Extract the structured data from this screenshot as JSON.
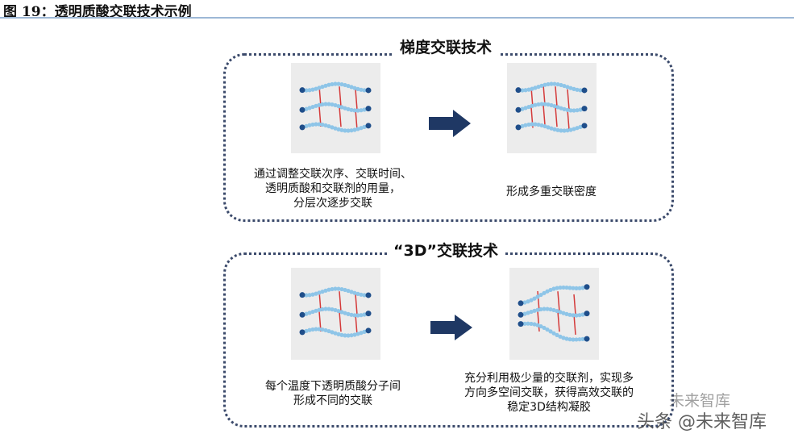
{
  "figure_title": "图 19：透明质酸交联技术示例",
  "panels": [
    {
      "title": "梯度交联技术",
      "left_caption": [
        "通过调整交联次序、交联时间、",
        "透明质酸和交联剂的用量，",
        "分层次逐步交联"
      ],
      "right_caption": [
        "形成多重交联密度"
      ]
    },
    {
      "title": "“3D”交联技术",
      "left_caption": [
        "每个温度下透明质酸分子间",
        "形成不同的交联"
      ],
      "right_caption": [
        "充分利用极少量的交联剂，实现多",
        "方向多空间交联，获得高效交联的",
        "稳定3D结构凝胶"
      ]
    }
  ],
  "watermark": {
    "line1": "未来智库",
    "line2": "头条 @未来智库"
  },
  "colors": {
    "arrow": "#1f3864",
    "chain": "#8ec5e8",
    "crosslink": "#d43a3a",
    "rule": "#9db8d6"
  }
}
